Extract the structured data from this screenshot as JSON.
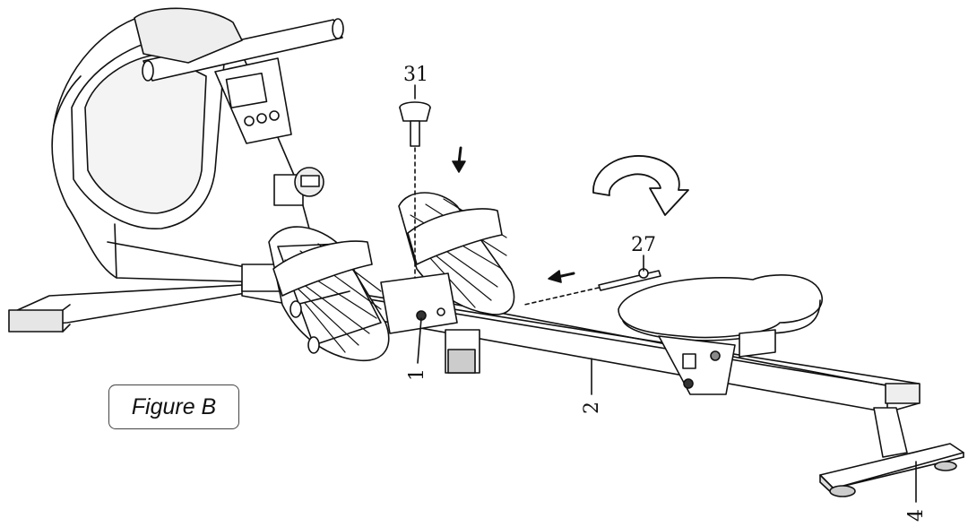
{
  "figure": {
    "caption": "Figure B",
    "part_labels": {
      "p31": "31",
      "p27": "27",
      "p1": "1",
      "p2": "2",
      "p4": "4"
    }
  },
  "colors": {
    "line": "#111111",
    "fill": "#ffffff",
    "shade": "#d9d9d9"
  }
}
